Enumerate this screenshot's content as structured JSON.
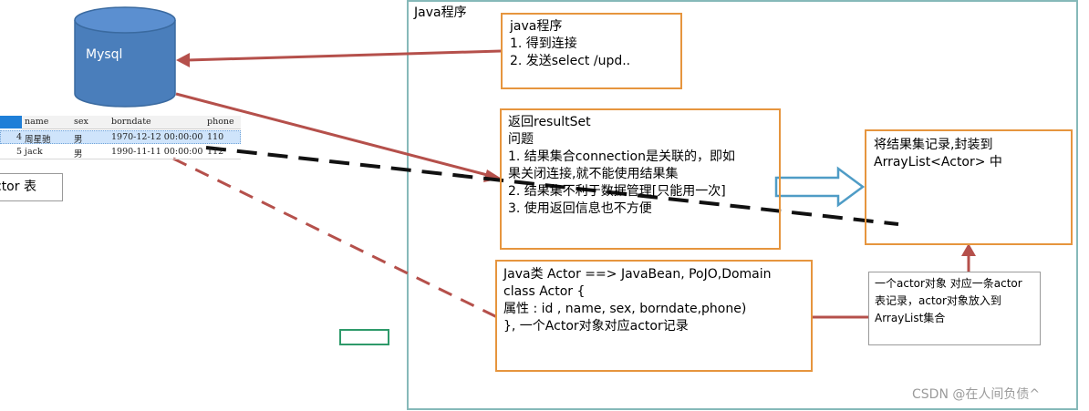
{
  "database": {
    "label": "Mysql"
  },
  "table": {
    "headers": [
      "name",
      "sex",
      "borndate",
      "phone"
    ],
    "rows": [
      {
        "id": "4",
        "name": "周星驰",
        "sex": "男",
        "borndate": "1970-12-12 00:00:00",
        "phone": "110"
      },
      {
        "id": "5",
        "name": "jack",
        "sex": "男",
        "borndate": "1990-11-11 00:00:00",
        "phone": "112"
      }
    ],
    "caption": "ctor 表"
  },
  "container": {
    "title": "Java程序"
  },
  "box_java_program": {
    "lines": [
      "java程序",
      "1. 得到连接",
      "2. 发送select /upd.."
    ]
  },
  "box_resultset": {
    "lines": [
      "返回resultSet",
      "问题",
      "1. 结果集合connection是关联的，即如",
      "果关闭连接,就不能使用结果集",
      "2. 结果集不利于数据管理[只能用一次]",
      "3. 使用返回信息也不方便"
    ]
  },
  "box_arraylist": {
    "lines": [
      "将结果集记录,封装到",
      "ArrayList<Actor> 中"
    ]
  },
  "box_actor_class": {
    "lines": [
      "Java类 Actor  ==> JavaBean, PoJO,Domain",
      "class Actor {",
      "属性 : id , name, sex, borndate,phone)",
      "}, 一个Actor对象对应actor记录"
    ]
  },
  "box_note": {
    "lines": [
      "一个actor对象 对应一条actor",
      "表记录，actor对象放入到",
      "ArrayList集合"
    ]
  },
  "watermark": "CSDN @在人间负债^",
  "colors": {
    "orange_border": "#e6953e",
    "red_arrow": "#b5504b",
    "cylinder_fill": "#4a7ebb",
    "container_border": "#86b9b9",
    "table_header": "#1f7fd8",
    "table_selected": "#cfe4fb"
  }
}
